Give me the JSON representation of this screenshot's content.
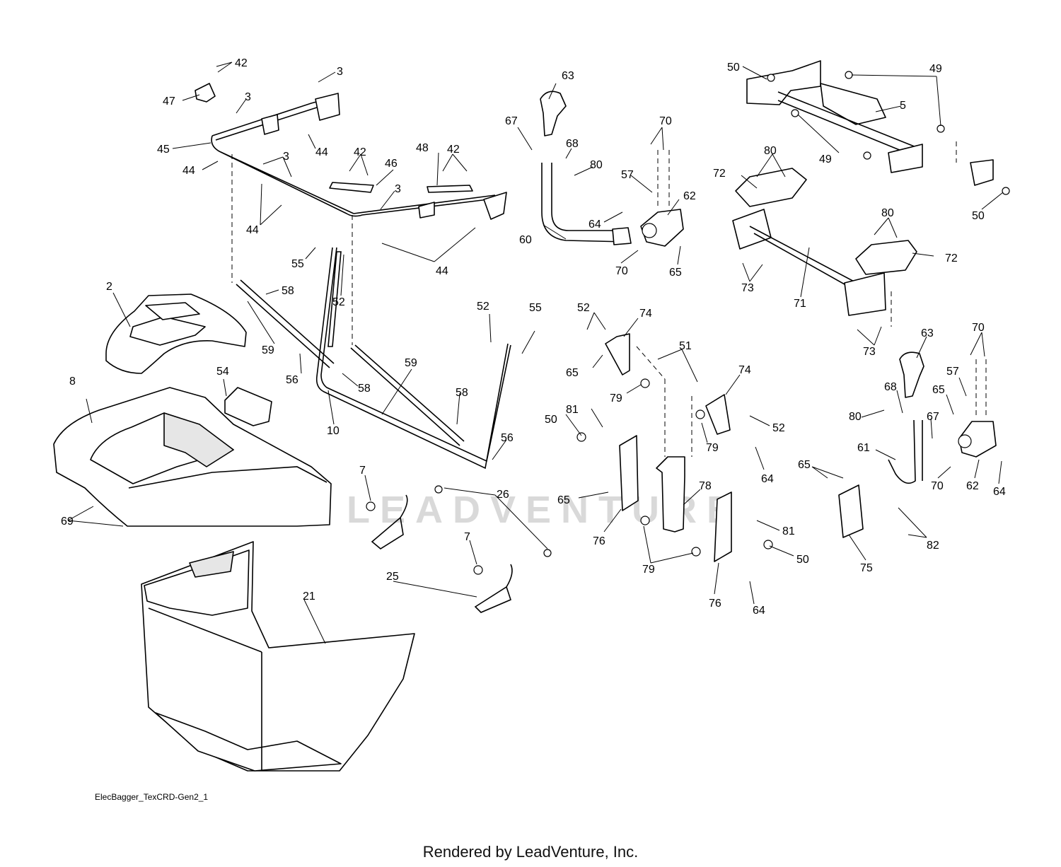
{
  "drawing_id": "ElecBagger_TexCRD-Gen2_1",
  "footer": "Rendered by LeadVenture, Inc.",
  "watermark": "LEADVENTURE",
  "callouts": [
    {
      "label": "42"
    },
    {
      "label": "47"
    },
    {
      "label": "3"
    },
    {
      "label": "3"
    },
    {
      "label": "45"
    },
    {
      "label": "44"
    },
    {
      "label": "44"
    },
    {
      "label": "3"
    },
    {
      "label": "44"
    },
    {
      "label": "42"
    },
    {
      "label": "46"
    },
    {
      "label": "48"
    },
    {
      "label": "42"
    },
    {
      "label": "3"
    },
    {
      "label": "44"
    },
    {
      "label": "55"
    },
    {
      "label": "58"
    },
    {
      "label": "52"
    },
    {
      "label": "2"
    },
    {
      "label": "59"
    },
    {
      "label": "56"
    },
    {
      "label": "58"
    },
    {
      "label": "59"
    },
    {
      "label": "10"
    },
    {
      "label": "52"
    },
    {
      "label": "55"
    },
    {
      "label": "58"
    },
    {
      "label": "56"
    },
    {
      "label": "8"
    },
    {
      "label": "54"
    },
    {
      "label": "69"
    },
    {
      "label": "7"
    },
    {
      "label": "26"
    },
    {
      "label": "25"
    },
    {
      "label": "7"
    },
    {
      "label": "21"
    },
    {
      "label": "63"
    },
    {
      "label": "67"
    },
    {
      "label": "68"
    },
    {
      "label": "80"
    },
    {
      "label": "70"
    },
    {
      "label": "57"
    },
    {
      "label": "62"
    },
    {
      "label": "64"
    },
    {
      "label": "60"
    },
    {
      "label": "70"
    },
    {
      "label": "65"
    },
    {
      "label": "50"
    },
    {
      "label": "49"
    },
    {
      "label": "5"
    },
    {
      "label": "49"
    },
    {
      "label": "50"
    },
    {
      "label": "80"
    },
    {
      "label": "72"
    },
    {
      "label": "80"
    },
    {
      "label": "72"
    },
    {
      "label": "73"
    },
    {
      "label": "71"
    },
    {
      "label": "73"
    },
    {
      "label": "52"
    },
    {
      "label": "74"
    },
    {
      "label": "65"
    },
    {
      "label": "51"
    },
    {
      "label": "79"
    },
    {
      "label": "74"
    },
    {
      "label": "52"
    },
    {
      "label": "79"
    },
    {
      "label": "64"
    },
    {
      "label": "81"
    },
    {
      "label": "50"
    },
    {
      "label": "65"
    },
    {
      "label": "78"
    },
    {
      "label": "76"
    },
    {
      "label": "79"
    },
    {
      "label": "81"
    },
    {
      "label": "50"
    },
    {
      "label": "76"
    },
    {
      "label": "64"
    },
    {
      "label": "63"
    },
    {
      "label": "70"
    },
    {
      "label": "57"
    },
    {
      "label": "68"
    },
    {
      "label": "65"
    },
    {
      "label": "80"
    },
    {
      "label": "67"
    },
    {
      "label": "61"
    },
    {
      "label": "70"
    },
    {
      "label": "62"
    },
    {
      "label": "64"
    },
    {
      "label": "65"
    },
    {
      "label": "82"
    },
    {
      "label": "75"
    }
  ]
}
